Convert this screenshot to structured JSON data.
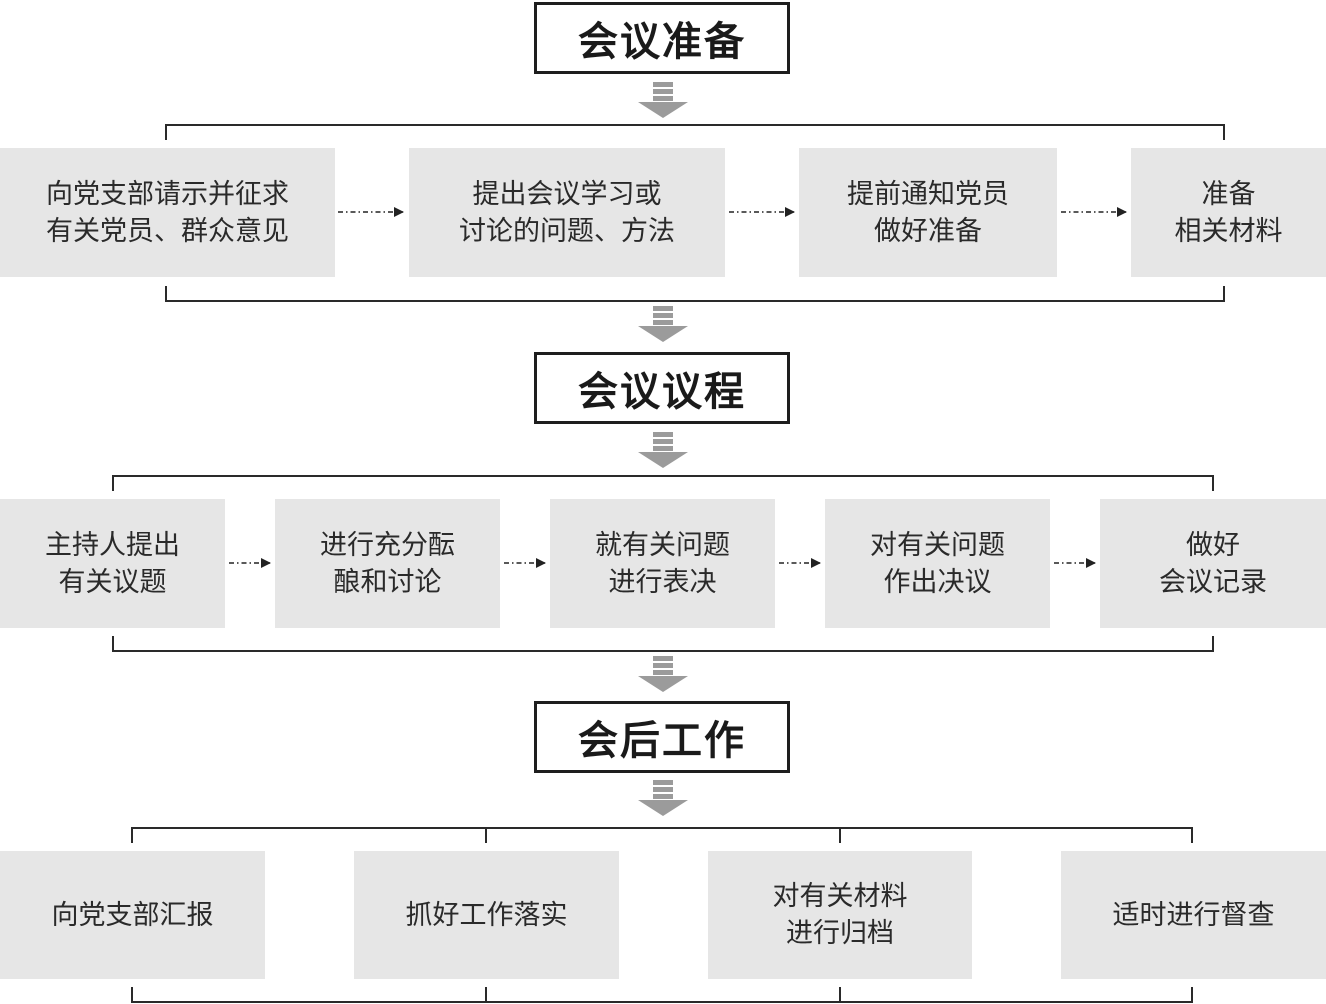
{
  "stages": [
    {
      "title": "会议准备",
      "steps": [
        "向党支部请示并征求\n有关党员、群众意见",
        "提出会议学习或\n讨论的问题、方法",
        "提前通知党员\n做好准备",
        "准备\n相关材料"
      ]
    },
    {
      "title": "会议议程",
      "steps": [
        "主持人提出\n有关议题",
        "进行充分酝\n酿和讨论",
        "就有关问题\n进行表决",
        "对有关问题\n作出决议",
        "做好\n会议记录"
      ]
    },
    {
      "title": "会后工作",
      "steps": [
        "向党支部汇报",
        "抓好工作落实",
        "对有关材料\n进行归档",
        "适时进行督查"
      ]
    }
  ],
  "colors": {
    "step_fill": "#e6e6e6",
    "arrow_fill": "#9b9b9b",
    "line": "#2a2a2a"
  }
}
